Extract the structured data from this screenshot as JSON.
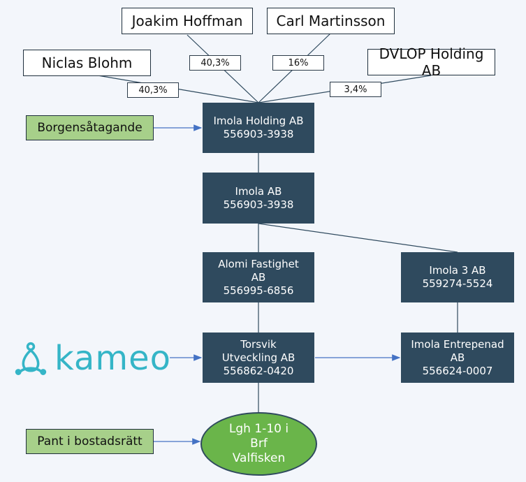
{
  "owners": [
    {
      "id": "joakim",
      "name": "Joakim Hoffman",
      "share": "40,3%"
    },
    {
      "id": "carl",
      "name": "Carl Martinsson",
      "share": "16%"
    },
    {
      "id": "niclas",
      "name": "Niclas Blohm",
      "share": "40,3%"
    },
    {
      "id": "dvlop",
      "name": "DVLOP Holding AB",
      "share": "3,4%"
    }
  ],
  "companies": {
    "imola_holding": {
      "name": "Imola Holding AB",
      "org_nr": "556903-3938"
    },
    "imola_ab": {
      "name": "Imola AB",
      "org_nr": "556903-3938"
    },
    "alomi": {
      "name_line1": "Alomi Fastighet",
      "name_line2": "AB",
      "org_nr": "556995-6856"
    },
    "imola3": {
      "name": "Imola 3 AB",
      "org_nr": "559274-5524"
    },
    "torsvik": {
      "name_line1": "Torsvik",
      "name_line2": "Utveckling AB",
      "org_nr": "556862-0420"
    },
    "imola_entrepenad": {
      "name_line1": "Imola Entrepenad",
      "name_line2": "AB",
      "org_nr": "556624-0007"
    }
  },
  "guarantee": {
    "label": "Borgensåtagande"
  },
  "pledge": {
    "label": "Pant i bostadsrätt"
  },
  "property": {
    "line1": "Lgh 1-10 i",
    "line2": "Brf",
    "line3": "Valfisken"
  },
  "logo": {
    "wordmark": "kameo",
    "color": "#35b5c7",
    "icon": "kameo-logo-icon"
  },
  "colors": {
    "company_fill": "#2f4a5e",
    "green_box": "#a7d08a",
    "property_fill": "#6ab54a",
    "arrow": "#4472c4"
  }
}
